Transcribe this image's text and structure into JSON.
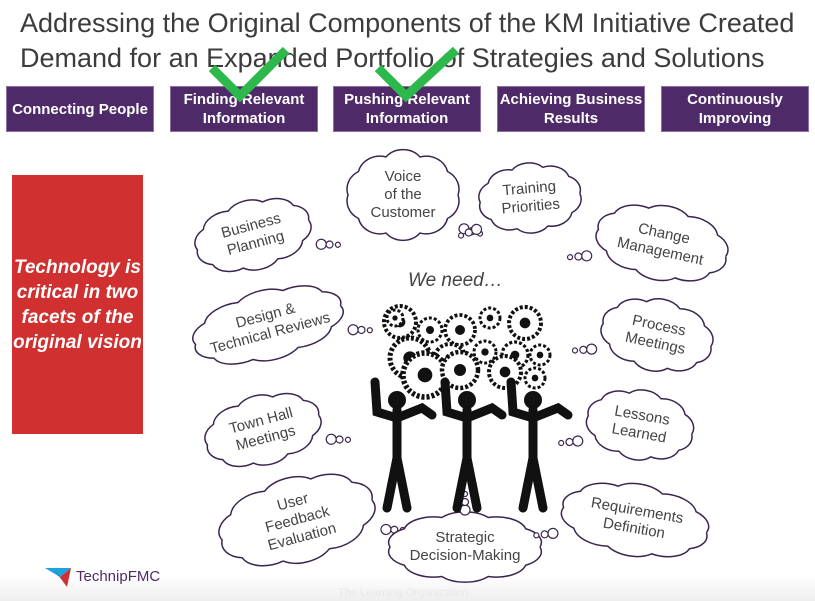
{
  "title": {
    "line1": "Addressing the Original Components of the KM Initiative Created",
    "line2": "Demand for an Expanded Portfolio of Strategies and Solutions"
  },
  "pillars": [
    {
      "label": "Connecting People",
      "checked": false
    },
    {
      "label": "Finding Relevant Information",
      "checked": true
    },
    {
      "label": "Pushing Relevant Information",
      "checked": true
    },
    {
      "label": "Achieving Business Results",
      "checked": false
    },
    {
      "label": "Continuously Improving",
      "checked": false
    }
  ],
  "callout": "Technology is critical in two facets of the original vision",
  "center_label": "We need…",
  "clouds": [
    "Business\nPlanning",
    "Voice\nof the\nCustomer",
    "Training\nPriorities",
    "Change\nManagement",
    "Design &\nTechnical Reviews",
    "Process\nMeetings",
    "Town Hall\nMeetings",
    "Lessons\nLearned",
    "User\nFeedback\nEvaluation",
    "Strategic\nDecision-Making",
    "Requirements\nDefinition"
  ],
  "logo": {
    "text": "TechnipFMC"
  },
  "footer": "The Learning Organization",
  "colors": {
    "purple": "#4f2a68",
    "red": "#d0302f",
    "check": "#2db84b"
  }
}
